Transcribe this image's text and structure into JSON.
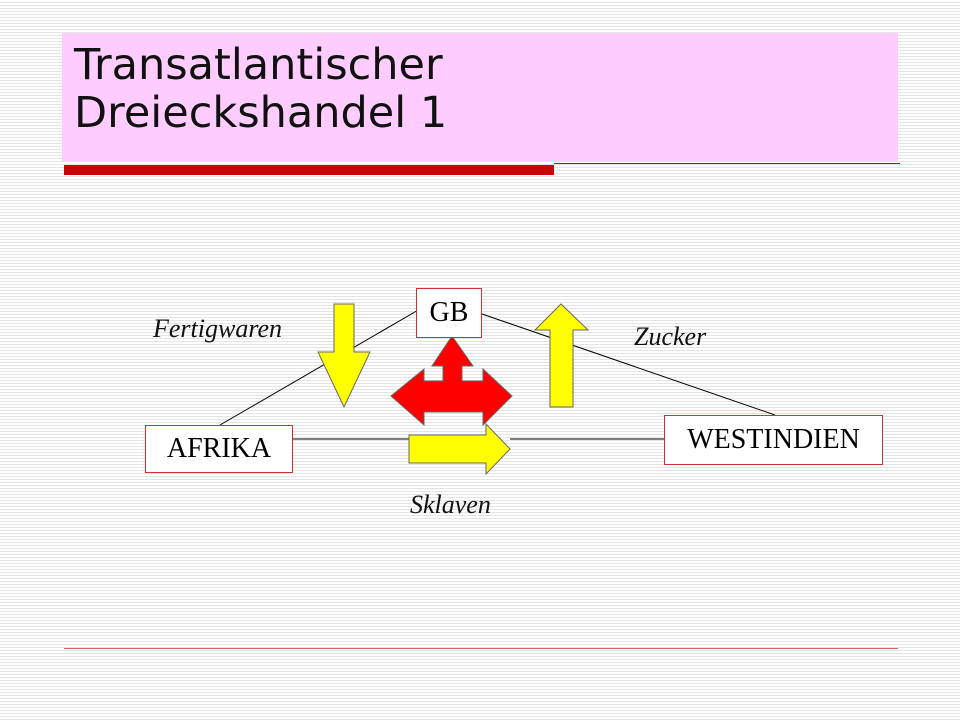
{
  "slide": {
    "title_line1": "Transatlantischer",
    "title_line2": "Dreieckshandel 1"
  },
  "diagram": {
    "places": {
      "gb": "GB",
      "afrika": "AFRIKA",
      "westindien": "WESTINDIEN"
    },
    "goods": {
      "fertigwaren": "Fertigwaren",
      "zucker": "Zucker",
      "sklaven": "Sklaven"
    },
    "arrows": {
      "fertigwaren_direction": "down",
      "zucker_direction": "up",
      "sklaven_direction": "right",
      "center_directions": [
        "up",
        "left",
        "right"
      ]
    }
  },
  "colors": {
    "title_background": "#ffccff",
    "accent": "#cc0000",
    "arrow_yellow": "#ffff00",
    "arrow_red": "#ff0000",
    "box_border": "#cc3333"
  }
}
